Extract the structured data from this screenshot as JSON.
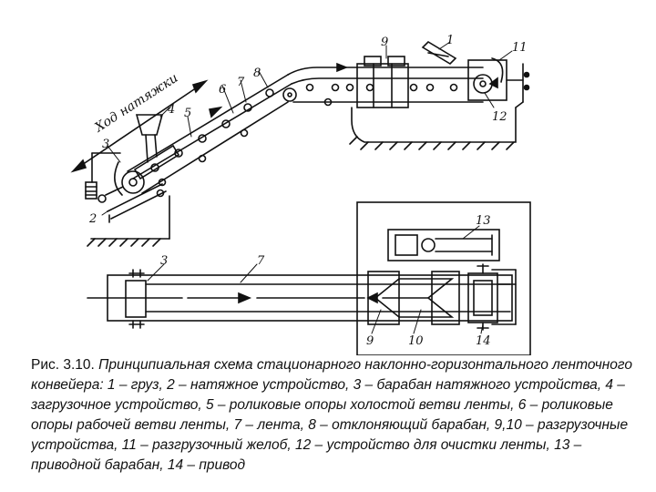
{
  "diagram": {
    "tension_travel_label": "Ход натяжки",
    "side_view_labels": [
      "1",
      "2",
      "3",
      "4",
      "5",
      "6",
      "7",
      "8",
      "9",
      "11",
      "12"
    ],
    "top_view_labels": [
      "3",
      "7",
      "9",
      "10",
      "13",
      "14"
    ]
  },
  "caption": {
    "prefix": "Рис. 3.10.",
    "text": "Принципиальная схема стационарного наклонно-горизонтального ленточного конвейера: 1 – груз, 2 – натяжное устройство, 3 – барабан натяжного устройства, 4 – загрузочное устройство, 5 – роликовые опоры холостой ветви ленты, 6 – роликовые опоры рабочей ветви ленты, 7 – лента, 8 – отклоняющий барабан, 9,10 – разгрузочные устройства, 11 – разгрузочный желоб, 12 – устройство для очистки ленты, 13 – приводной барабан, 14 – привод"
  }
}
